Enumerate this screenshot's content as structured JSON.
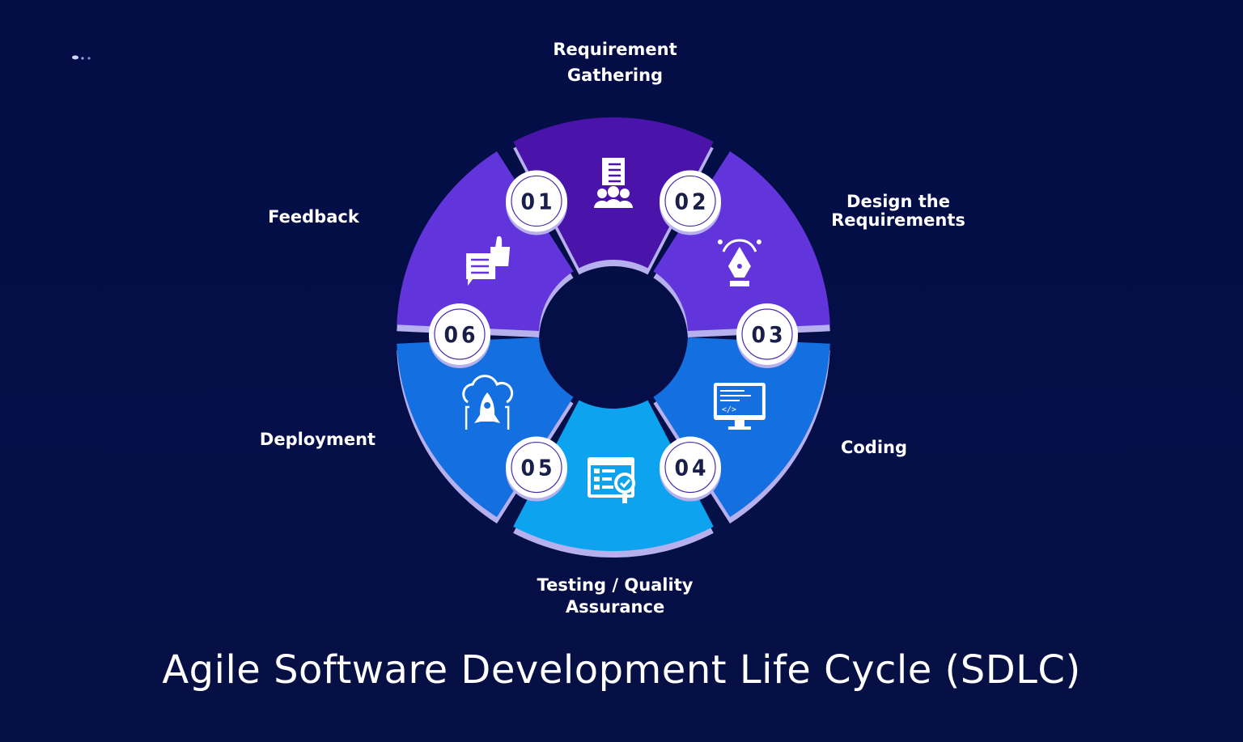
{
  "title": "Agile Software Development Life Cycle (SDLC)",
  "stages": [
    {
      "number": "01",
      "label_lines": [
        "Requirement",
        "Gathering"
      ],
      "icon": "checklist-team-icon",
      "color": "#4a13a9"
    },
    {
      "number": "02",
      "label_lines": [
        "Design the",
        "Requirements"
      ],
      "icon": "pen-tool-icon",
      "color": "#6234dc"
    },
    {
      "number": "03",
      "label_lines": [
        "Coding"
      ],
      "icon": "code-monitor-icon",
      "color": "#1470e0"
    },
    {
      "number": "04",
      "label_lines": [
        "Testing / Quality",
        "Assurance"
      ],
      "icon": "test-search-icon",
      "color": "#0ea3ef"
    },
    {
      "number": "05",
      "label_lines": [
        "Deployment"
      ],
      "icon": "cloud-rocket-icon",
      "color": "#1470e0"
    },
    {
      "number": "06",
      "label_lines": [
        "Feedback"
      ],
      "icon": "feedback-thumbs-up-icon",
      "color": "#6234dc"
    }
  ],
  "colors": {
    "background": "#040d45",
    "shadow": "#b7b0ee",
    "number_text": "#1a1f4a"
  }
}
